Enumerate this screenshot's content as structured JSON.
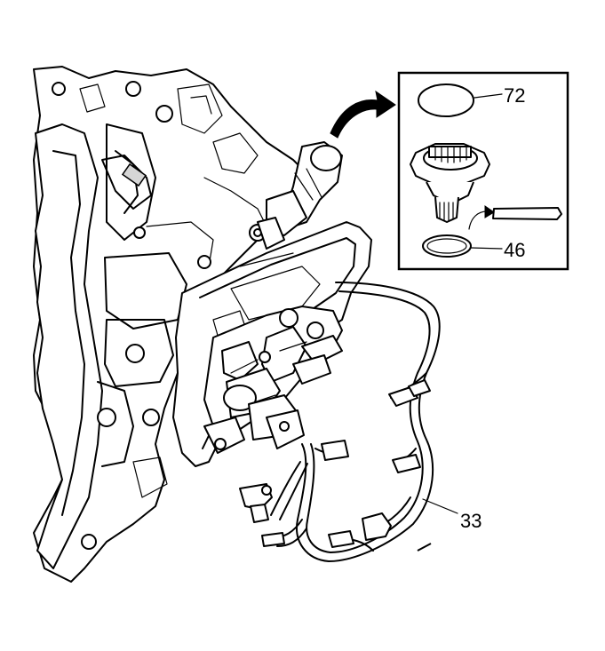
{
  "callouts": {
    "ring_top": "72",
    "ring_bottom": "46",
    "harness": "33"
  },
  "colors": {
    "line": "#000000",
    "background": "#ffffff",
    "shade": "#d6d6d6"
  }
}
